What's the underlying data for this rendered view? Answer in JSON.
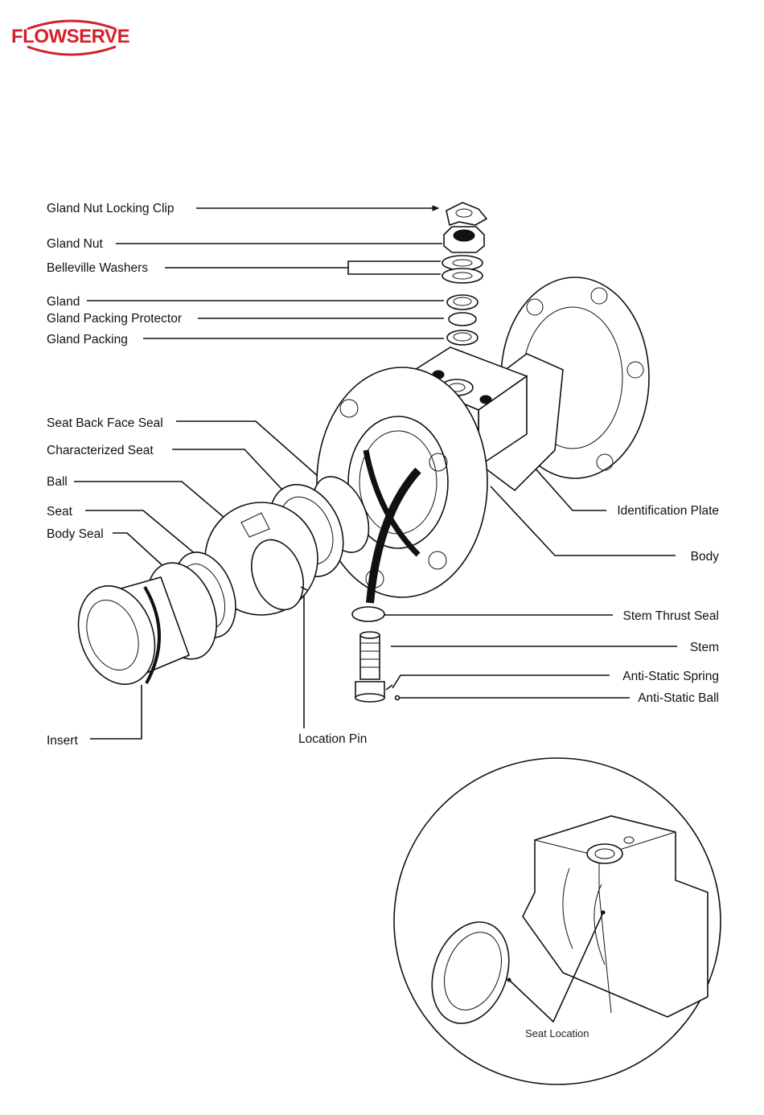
{
  "brand": {
    "name": "FLOWSERVE",
    "color": "#d3212c"
  },
  "callouts_left": [
    "Gland Nut Locking Clip",
    "Gland Nut",
    "Belleville Washers",
    "Gland",
    "Gland Packing Protector",
    "Gland Packing",
    "Seat Back Face Seal",
    "Characterized Seat",
    "Ball",
    "Seat",
    "Body Seal",
    "Insert"
  ],
  "callouts_right": [
    "Identification Plate",
    "Body",
    "Stem Thrust Seal",
    "Stem",
    "Anti-Static Spring",
    "Anti-Static Ball"
  ],
  "callout_bottom": "Location Pin",
  "detail_label": "Seat Location"
}
